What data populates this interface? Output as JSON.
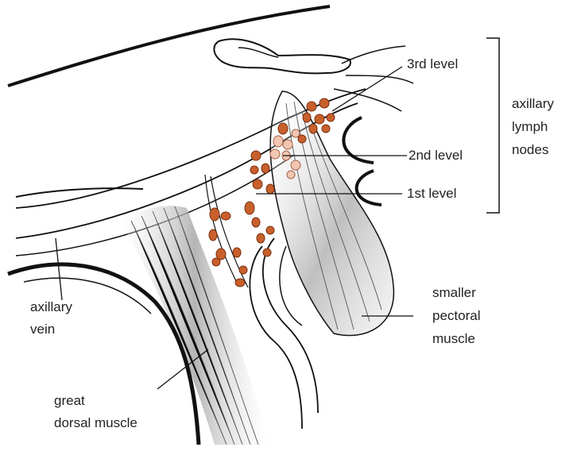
{
  "labels": {
    "level3": "3rd level",
    "level2": "2nd level",
    "level1": "1st level",
    "group_line1": "axillary",
    "group_line2": "lymph",
    "group_line3": "nodes",
    "vein_line1": "axillary",
    "vein_line2": "vein",
    "pectoral_line1": "smaller",
    "pectoral_line2": "pectoral",
    "pectoral_line3": "muscle",
    "dorsal_line1": "great",
    "dorsal_line2": "dorsal muscle"
  },
  "colors": {
    "outline": "#111111",
    "node_fill": "#c8602c",
    "node_stroke": "#7a3010",
    "node_level3_fill": "#f2c6b2",
    "muscle_shade": "#b8b8b8",
    "label_text": "#222222"
  }
}
